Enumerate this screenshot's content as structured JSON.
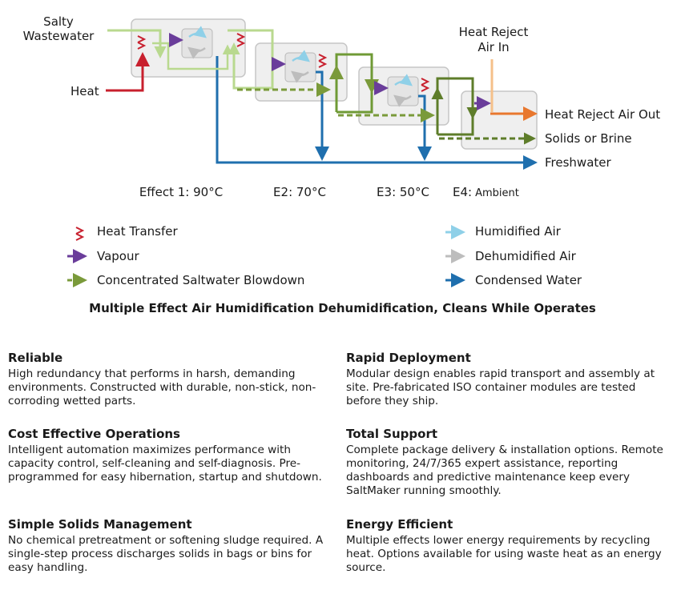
{
  "diagram": {
    "inputs": {
      "salty_wastewater": [
        "Salty",
        "Wastewater"
      ],
      "heat": "Heat",
      "heat_reject_air_in": [
        "Heat Reject",
        "Air In"
      ]
    },
    "outputs": {
      "heat_reject_air_out": "Heat Reject Air Out",
      "solids_or_brine": "Solids or Brine",
      "freshwater": "Freshwater"
    },
    "effects": [
      {
        "label": "Effect 1: 90°C"
      },
      {
        "label": "E2: 70°C"
      },
      {
        "label": "E3: 50°C"
      },
      {
        "label_main": "E4:",
        "label_sub": "Ambient"
      }
    ],
    "colors": {
      "heat_transfer": "#c8202e",
      "vapour": "#6a3d9a",
      "blowdown": "#7a9a3a",
      "humidified_air": "#8fd0e8",
      "dehumidified_air": "#bdbdbd",
      "condensed_water": "#1f6fae",
      "heat_reject_out": "#e8772e",
      "heat_reject_in": "#f5c08a",
      "feed": "#b9d98f"
    }
  },
  "legend": {
    "heat_transfer": "Heat Transfer",
    "vapour": "Vapour",
    "blowdown": "Concentrated Saltwater Blowdown",
    "humidified_air": "Humidified Air",
    "dehumidified_air": "Dehumidified Air",
    "condensed_water": "Condensed Water"
  },
  "caption": "Multiple Effect Air Humidification Dehumidification, Cleans While Operates",
  "features": [
    {
      "title": "Reliable",
      "body": "High redundancy that performs in harsh, demanding environments. Constructed with durable, non-stick, non-corroding wetted parts."
    },
    {
      "title": "Rapid Deployment",
      "body": "Modular design enables rapid transport and assembly at site. Pre-fabricated ISO container modules are tested before they ship."
    },
    {
      "title": "Cost Effective Operations",
      "body": "Intelligent automation maximizes performance with capacity control, self-cleaning and self-diagnosis. Pre-programmed for easy hibernation, startup and shutdown."
    },
    {
      "title": "Total Support",
      "body": "Complete package delivery & installation options. Remote monitoring, 24/7/365 expert assistance, reporting dashboards and predictive maintenance keep every SaltMaker running smoothly."
    },
    {
      "title": "Simple Solids Management",
      "body": "No chemical pretreatment or softening sludge required. A single-step process discharges solids in bags or bins for easy handling."
    },
    {
      "title": "Energy Efficient",
      "body": "Multiple effects lower energy requirements by recycling heat. Options available for using waste heat as an energy source."
    }
  ]
}
